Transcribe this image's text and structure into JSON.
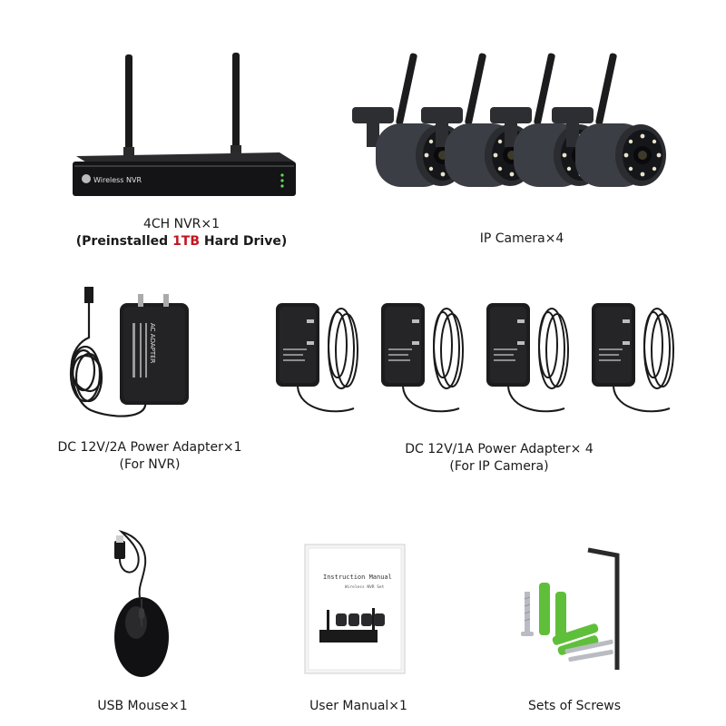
{
  "colors": {
    "device_dark": "#1c1c1e",
    "camera_grey": "#3a3d42",
    "screw_green": "#5fbf3a",
    "highlight_red": "#c0161f"
  },
  "items": {
    "nvr": {
      "line1": "4CH NVR×1",
      "line2_pre": "(Preinstalled ",
      "line2_highlight": "1TB",
      "line2_post": " Hard Drive)",
      "device_label": "Wireless NVR"
    },
    "cameras": {
      "line1": "IP Camera×4"
    },
    "nvr_adapter": {
      "line1": "DC 12V/2A  Power Adapter×1",
      "line2": "(For NVR)",
      "device_label": "AC ADAPTER"
    },
    "camera_adapters": {
      "line1": "DC 12V/1A Power  Adapter× 4",
      "line2": "(For IP Camera)"
    },
    "mouse": {
      "line1": "USB Mouse×1"
    },
    "manual": {
      "line1": "User Manual×1",
      "cover_title": "Instruction Manual",
      "cover_subtitle": "Wireless NVR Set"
    },
    "screws": {
      "line1": "Sets of Screws"
    }
  }
}
